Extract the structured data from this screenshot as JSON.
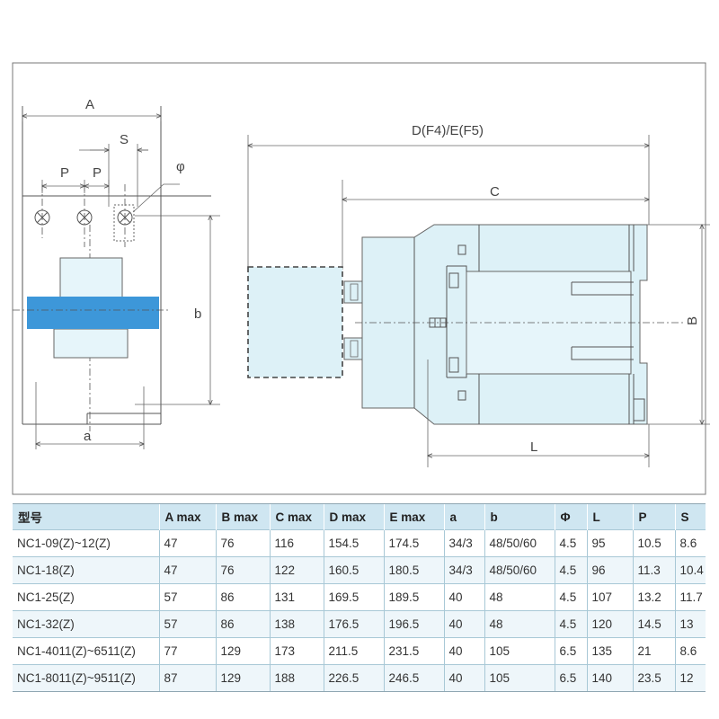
{
  "diagram": {
    "labels": {
      "A": "A",
      "S": "S",
      "P1": "P",
      "P2": "P",
      "phi": "φ",
      "b_upper": "b",
      "a_lower": "a",
      "D_E": "D(F4)/E(F5)",
      "C": "C",
      "B": "B",
      "L": "L"
    },
    "colors": {
      "accent_blue": "#3d97d9",
      "light_blue": "#ddf1f7",
      "line": "#555555"
    }
  },
  "table": {
    "headers": [
      "型号",
      "A max",
      "B max",
      "C max",
      "D max",
      "E max",
      "a",
      "b",
      "Φ",
      "L",
      "P",
      "S"
    ],
    "rows": [
      [
        "NC1-09(Z)~12(Z)",
        "47",
        "76",
        "116",
        "154.5",
        "174.5",
        "34/3",
        "48/50/60",
        "4.5",
        "95",
        "10.5",
        "8.6"
      ],
      [
        "NC1-18(Z)",
        "47",
        "76",
        "122",
        "160.5",
        "180.5",
        "34/3",
        "48/50/60",
        "4.5",
        "96",
        "11.3",
        "10.4"
      ],
      [
        "NC1-25(Z)",
        "57",
        "86",
        "131",
        "169.5",
        "189.5",
        "40",
        "48",
        "4.5",
        "107",
        "13.2",
        "11.7"
      ],
      [
        "NC1-32(Z)",
        "57",
        "86",
        "138",
        "176.5",
        "196.5",
        "40",
        "48",
        "4.5",
        "120",
        "14.5",
        "13"
      ],
      [
        "NC1-4011(Z)~6511(Z)",
        "77",
        "129",
        "173",
        "211.5",
        "231.5",
        "40",
        "105",
        "6.5",
        "135",
        "21",
        "8.6"
      ],
      [
        "NC1-8011(Z)~9511(Z)",
        "87",
        "129",
        "188",
        "226.5",
        "246.5",
        "40",
        "105",
        "6.5",
        "140",
        "23.5",
        "12"
      ]
    ]
  }
}
